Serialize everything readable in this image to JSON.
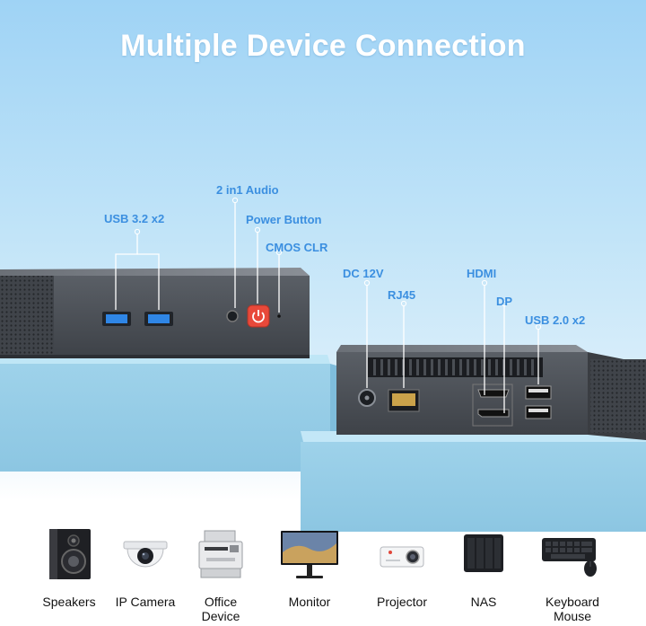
{
  "header": {
    "title": "Multiple Device Connection"
  },
  "callouts": {
    "usb32": "USB 3.2 x2",
    "audio": "2 in1 Audio",
    "power": "Power Button",
    "cmos": "CMOS CLR",
    "dc": "DC 12V",
    "rj45": "RJ45",
    "hdmi": "HDMI",
    "dp": "DP",
    "usb20": "USB 2.0 x2"
  },
  "devices": [
    {
      "label": "Speakers",
      "icon": "speaker-icon"
    },
    {
      "label": "IP Camera",
      "icon": "ip-camera-icon"
    },
    {
      "label": "Office\nDevice",
      "icon": "printer-icon"
    },
    {
      "label": "Monitor",
      "icon": "monitor-icon"
    },
    {
      "label": "Projector",
      "icon": "projector-icon"
    },
    {
      "label": "NAS",
      "icon": "nas-icon"
    },
    {
      "label": "Keyboard\nMouse",
      "icon": "keyboard-mouse-icon"
    }
  ],
  "colors": {
    "accent": "#3b8fe0",
    "power_button": "#e8493a",
    "usb3_port": "#2f86e6",
    "pedestal": "#a9d9ef"
  }
}
